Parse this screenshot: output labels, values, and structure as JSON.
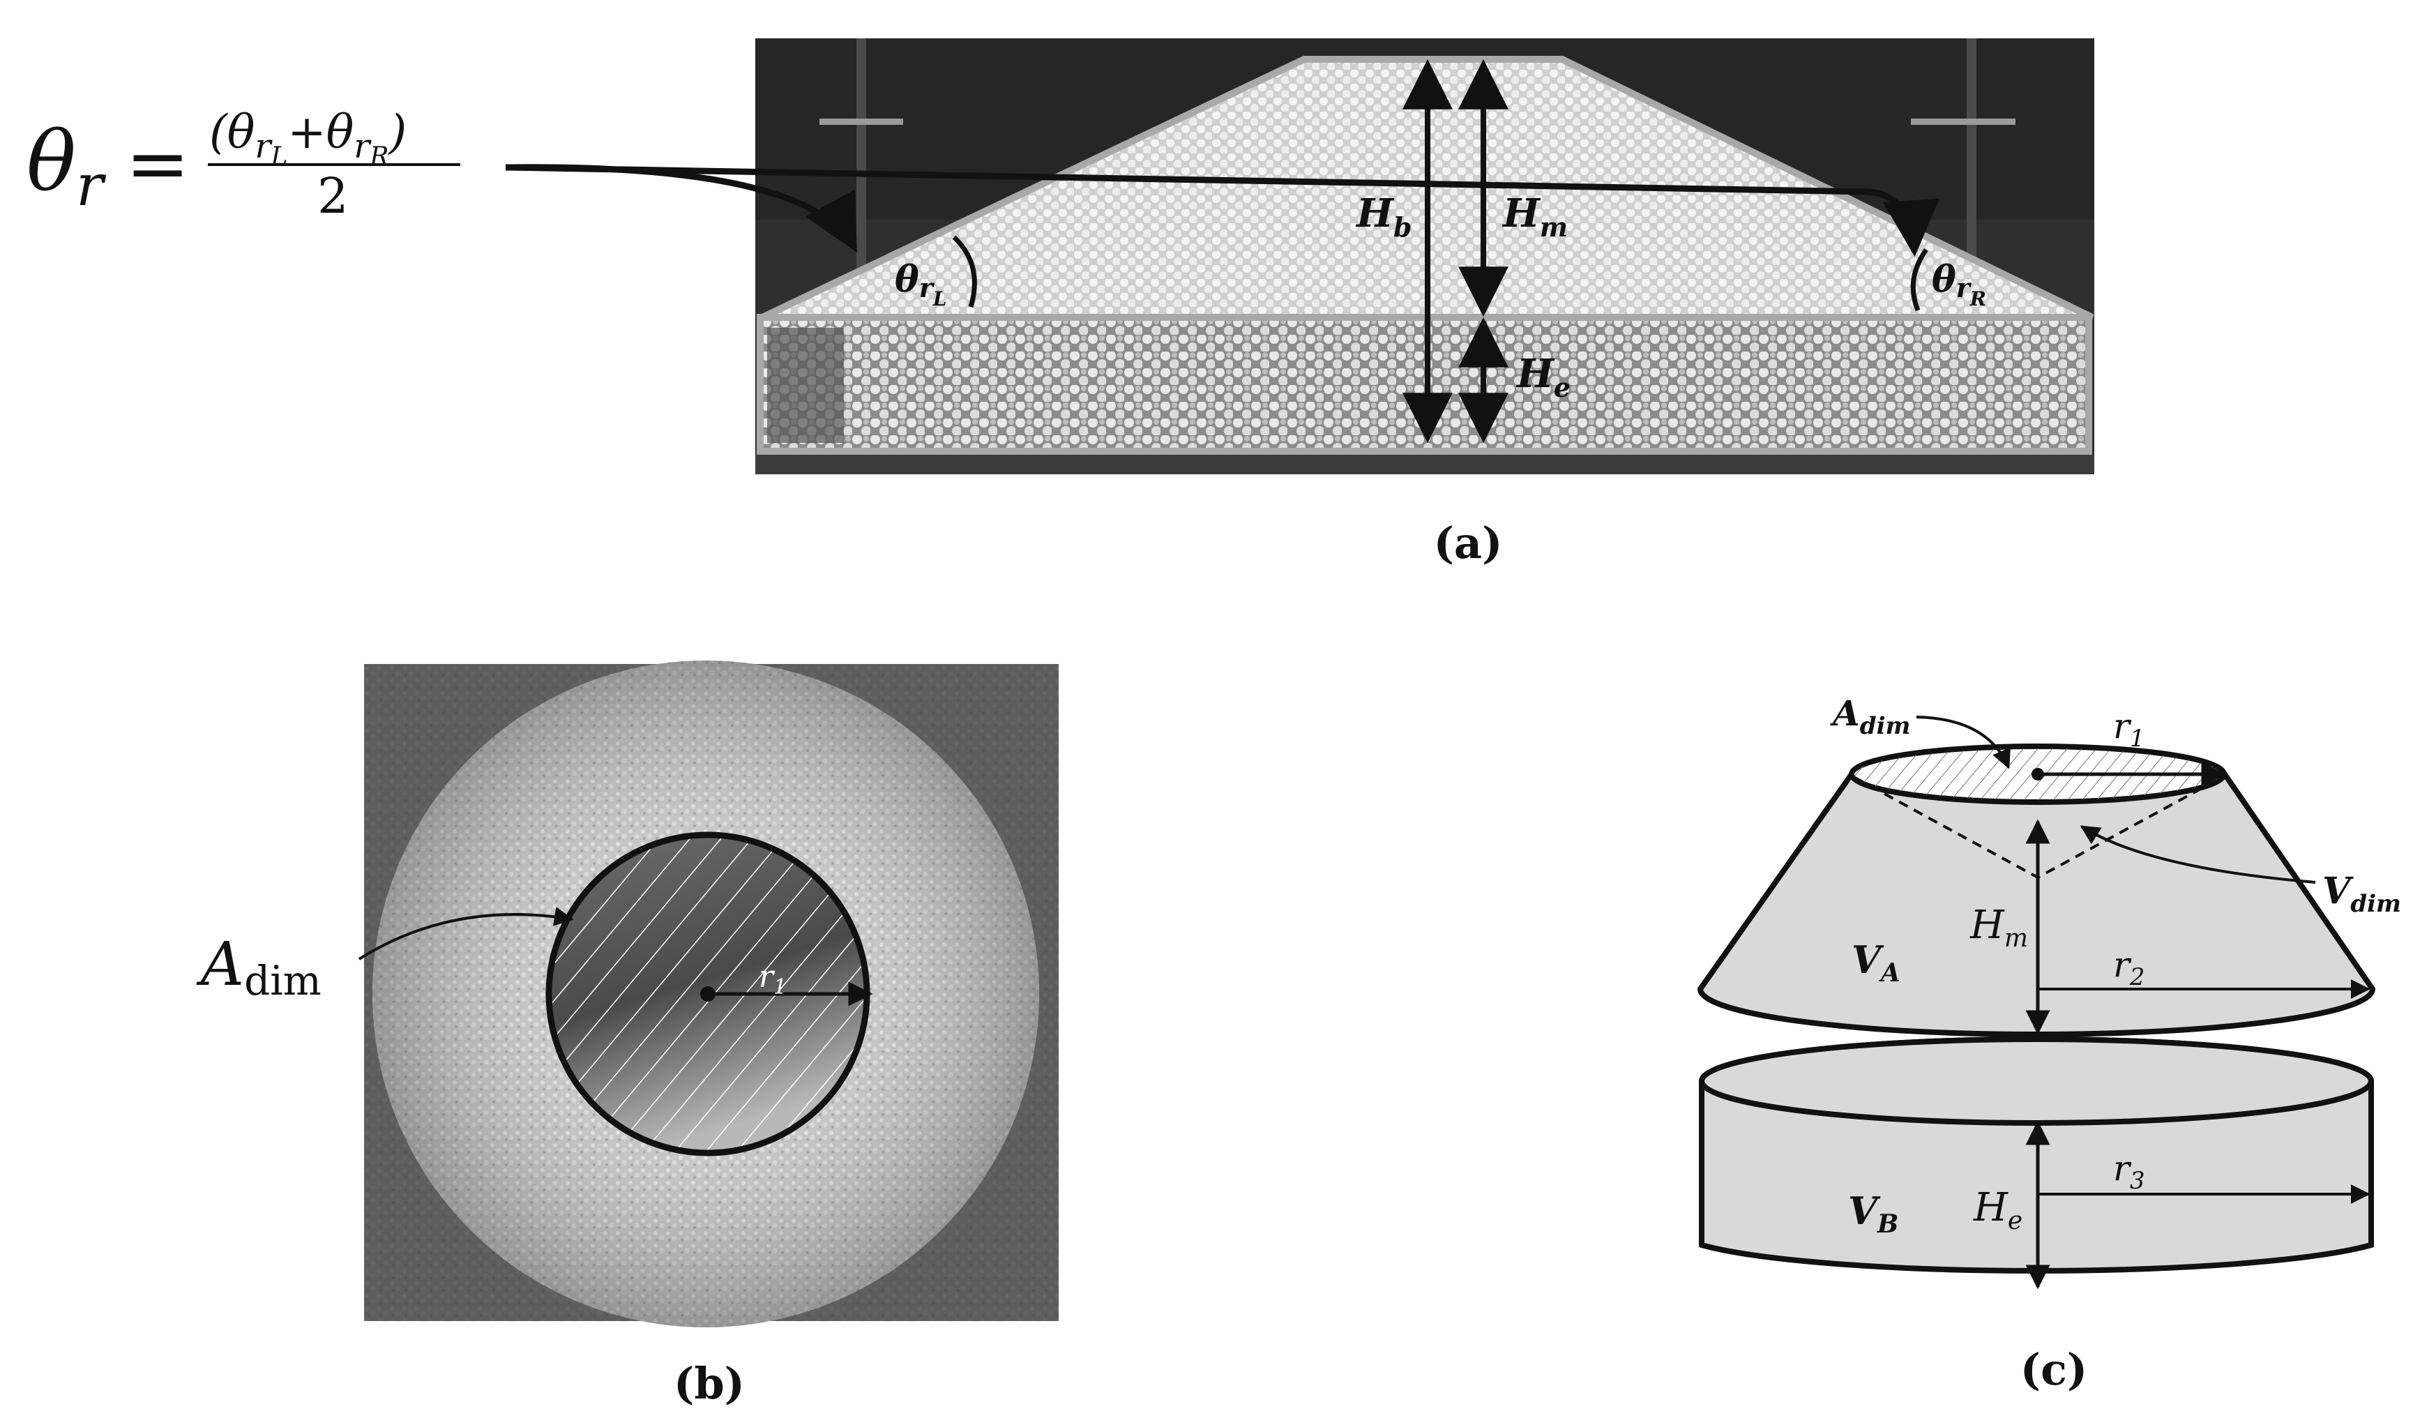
{
  "panel_a": {
    "caption": "(a)",
    "formula": {
      "lhs": "θ",
      "lhs_sub": "r",
      "equals": "=",
      "num_open": "(",
      "num_theta1": "θ",
      "num_r1": "r",
      "num_sub1": "L",
      "num_plus": "+",
      "num_theta2": "θ",
      "num_r2": "r",
      "num_sub2": "R",
      "num_close": ")",
      "denominator": "2"
    },
    "labels": {
      "hb_main": "H",
      "hb_sub": "b",
      "hm_main": "H",
      "hm_sub": "m",
      "he_main": "H",
      "he_sub": "e",
      "thl_theta": "θ",
      "thl_r": "r",
      "thl_sub": "L",
      "thr_theta": "θ",
      "thr_r": "r",
      "thr_sub": "R"
    }
  },
  "panel_b": {
    "caption": "(b)",
    "adim_main": "A",
    "adim_sub": "dim",
    "radius_label": "r",
    "radius_sub": "1"
  },
  "panel_c": {
    "caption": "(c)",
    "adim_main": "A",
    "adim_sub": "dim",
    "r1": "r",
    "r1_sub": "1",
    "r2": "r",
    "r2_sub": "2",
    "r3": "r",
    "r3_sub": "3",
    "vdim_main": "V",
    "vdim_sub": "dim",
    "va_main": "V",
    "va_sub": "A",
    "vb_main": "V",
    "vb_sub": "B",
    "hm_main": "H",
    "hm_sub": "m",
    "he_main": "H",
    "he_sub": "e"
  },
  "colors": {
    "outline": "#111111",
    "photo_frame": "#a8a8a8",
    "solid_fill": "#d9d9d9",
    "photo_dark": "#2e2e2e"
  }
}
